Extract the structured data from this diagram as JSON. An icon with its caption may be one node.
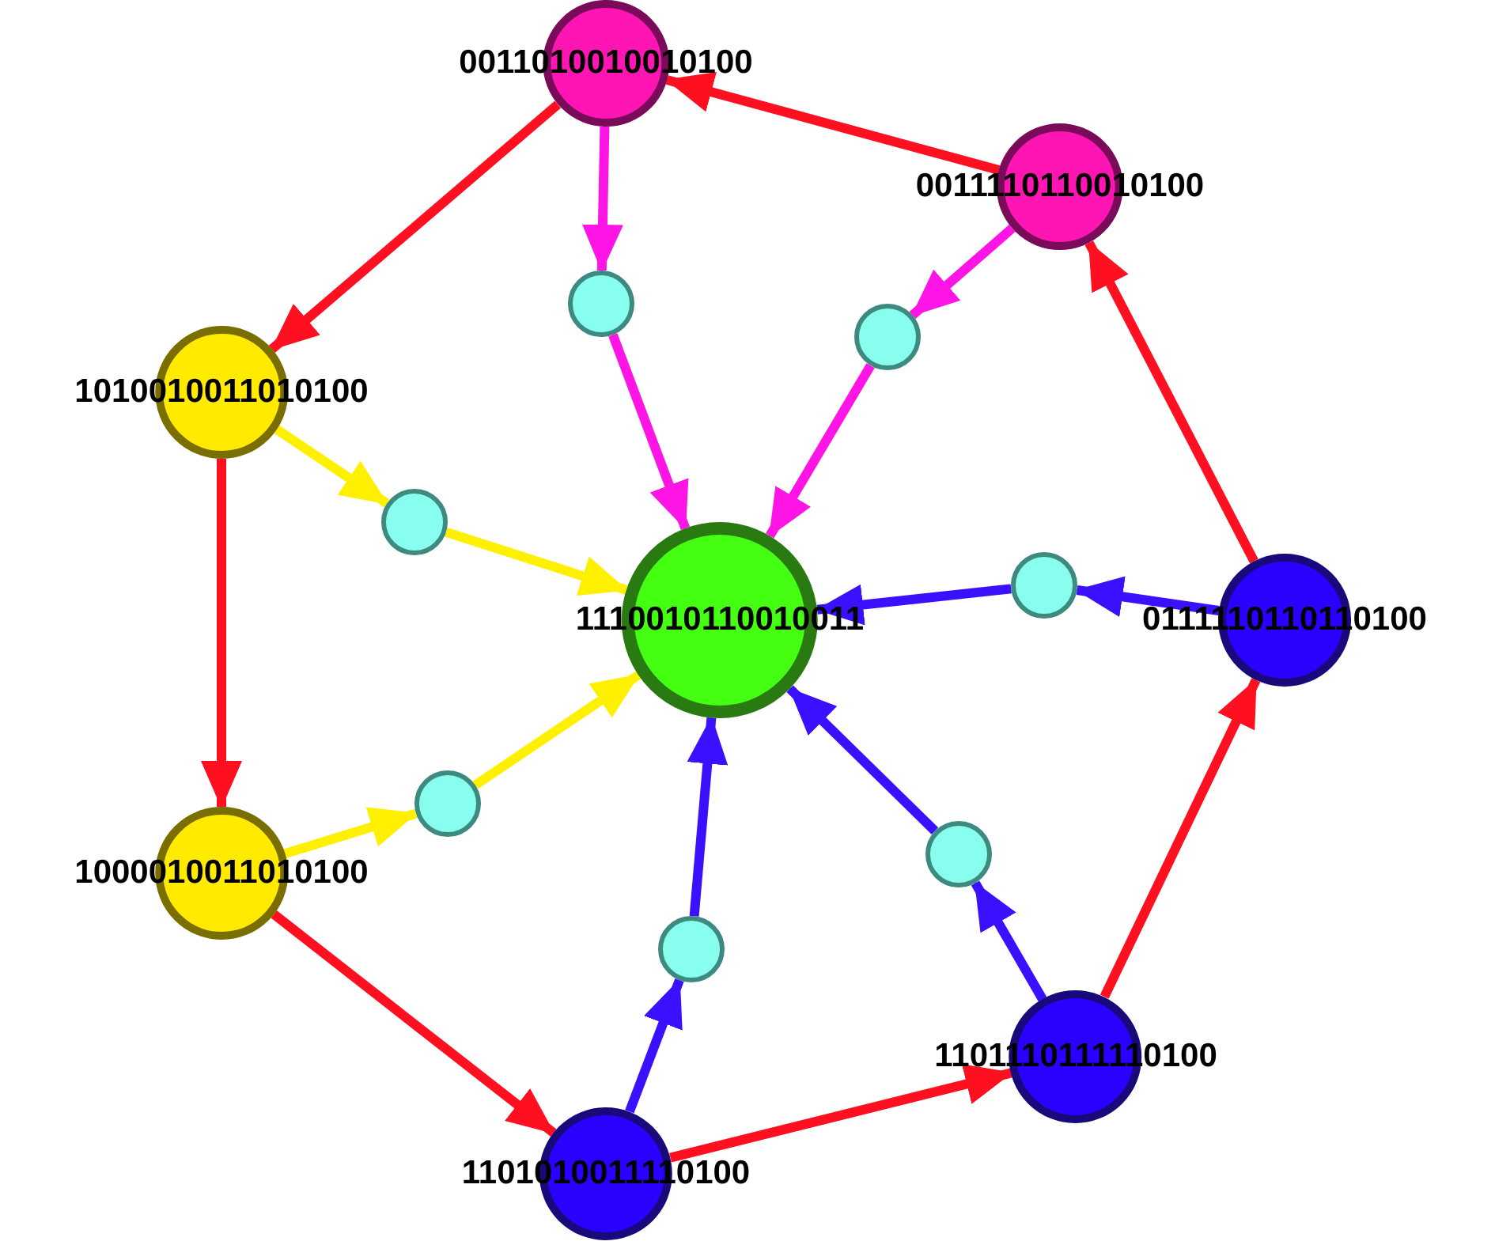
{
  "diagram": {
    "nodes": [
      {
        "text": [
          "0011010010010100"
        ]
      },
      {
        "text": [
          "0011110110010100"
        ]
      },
      {
        "text": [
          "1010010011010100"
        ]
      },
      {
        "text": [
          "1110010110010011"
        ]
      },
      {
        "text": [
          "0111110110110100"
        ]
      },
      {
        "text": [
          "1000010011010100"
        ]
      },
      {
        "text": [
          "1101110111110100"
        ]
      },
      {
        "text": [
          "1101010011110100"
        ]
      },
      {
        "text": [],
        "shape": "circle"
      },
      {
        "text": [],
        "shape": "circle"
      },
      {
        "text": [],
        "shape": "circle"
      },
      {
        "text": [],
        "shape": "circle"
      },
      {
        "text": [],
        "shape": "circle"
      },
      {
        "text": [],
        "shape": "circle"
      },
      {
        "text": [],
        "shape": "circle"
      }
    ],
    "edges": [
      {
        "from": 1,
        "to": 0,
        "arrow": "to"
      },
      {
        "from": 0,
        "to": 2,
        "arrow": "to"
      },
      {
        "from": 2,
        "to": 5,
        "arrow": "to"
      },
      {
        "from": 5,
        "to": 7,
        "arrow": "to"
      },
      {
        "from": 7,
        "to": 6,
        "arrow": "to"
      },
      {
        "from": 6,
        "to": 4,
        "arrow": "to"
      },
      {
        "from": 4,
        "to": 1,
        "arrow": "to"
      },
      {
        "from": 0,
        "to": 8,
        "arrow": "to",
        "color": "#ff14e6"
      },
      {
        "from": 8,
        "to": 3,
        "arrow": "to",
        "color": "#ff14e6"
      },
      {
        "from": 1,
        "to": 9,
        "arrow": "to",
        "color": "#ff14e6"
      },
      {
        "from": 9,
        "to": 3,
        "arrow": "to",
        "color": "#ff14e6"
      },
      {
        "from": 2,
        "to": 10,
        "arrow": "to",
        "color": "#fff000"
      },
      {
        "from": 10,
        "to": 3,
        "arrow": "to",
        "color": "#fff000"
      },
      {
        "from": 5,
        "to": 12,
        "arrow": "to",
        "color": "#fff000"
      },
      {
        "from": 12,
        "to": 3,
        "arrow": "to",
        "color": "#fff000"
      },
      {
        "from": 4,
        "to": 11,
        "arrow": "to",
        "color": "#3a10ff"
      },
      {
        "from": 11,
        "to": 3,
        "arrow": "to",
        "color": "#3a10ff"
      },
      {
        "from": 6,
        "to": 13,
        "arrow": "to",
        "color": "#3a10ff"
      },
      {
        "from": 13,
        "to": 3,
        "arrow": "to",
        "color": "#3a10ff"
      },
      {
        "from": 7,
        "to": 14,
        "arrow": "to",
        "color": "#3a10ff"
      },
      {
        "from": 14,
        "to": 3,
        "arrow": "to",
        "color": "#3a10ff"
      }
    ]
  }
}
